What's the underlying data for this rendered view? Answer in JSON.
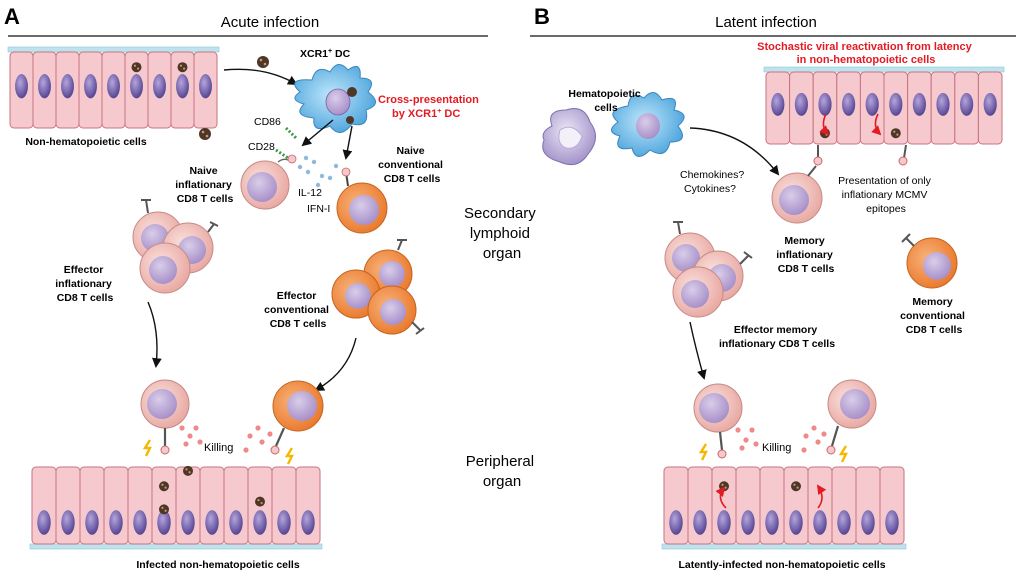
{
  "panels": {
    "a": {
      "letter": "A",
      "title": "Acute infection",
      "xcr1_dc": "XCR1",
      "xcr1_sup": "+",
      "xcr1_dc_suffix": " DC",
      "nonhematopoietic_cells": "Non-hematopoietic cells",
      "cross_presentation_line1": "Cross-presentation",
      "cross_presentation_line2_pre": "by XCR1",
      "cross_presentation_line2_sup": "+",
      "cross_presentation_line2_post": " DC",
      "cd86": "CD86",
      "cd28": "CD28",
      "il12": "IL-12",
      "ifn1": "IFN-I",
      "naive_inflationary": [
        "Naive",
        "inflationary",
        "CD8 T cells"
      ],
      "naive_conventional": [
        "Naive",
        "conventional",
        "CD8 T cells"
      ],
      "effector_inflationary": [
        "Effector",
        "inflationary",
        "CD8 T cells"
      ],
      "effector_conventional": [
        "Effector",
        "conventional",
        "CD8 T cells"
      ],
      "killing": "Killing",
      "infected_cells": "Infected non-hematopoietic cells"
    },
    "b": {
      "letter": "B",
      "title": "Latent infection",
      "reactivation_line1": "Stochastic  viral reactivation from latency",
      "reactivation_line2": "in non-hematopoietic cells",
      "hematopoietic_cells": [
        "Hematopoietic",
        "cells"
      ],
      "chemokines": "Chemokines?",
      "cytokines": "Cytokines?",
      "presentation": [
        "Presentation of only",
        "inflationary MCMV",
        "epitopes"
      ],
      "memory_inflationary": [
        "Memory",
        "inflationary",
        "CD8 T cells"
      ],
      "memory_conventional": [
        "Memory",
        "conventional",
        "CD8 T cells"
      ],
      "effector_memory": [
        "Effector memory",
        "inflationary CD8 T cells"
      ],
      "killing": "Killing",
      "latent_cells": "Latently-infected non-hematopoietic cells"
    }
  },
  "compartments": {
    "secondary": [
      "Secondary",
      "lymphoid",
      "organ"
    ],
    "peripheral": [
      "Peripheral",
      "organ"
    ]
  },
  "colors": {
    "epithelium_fill": "#f6c9cf",
    "epithelium_stroke": "#c9727f",
    "nucleus": "#6e5ca8",
    "basement": "#bfe3ee",
    "dc_blue": "#62b3e6",
    "inflationary_cell": "#f3b3ae",
    "conventional_cell": "#f2893c",
    "virus": "#4e3728",
    "reactivation_text": "#e31b23",
    "cross_presentation_text": "#e31b23",
    "hematopoietic_cell": "#b5a9d2"
  }
}
